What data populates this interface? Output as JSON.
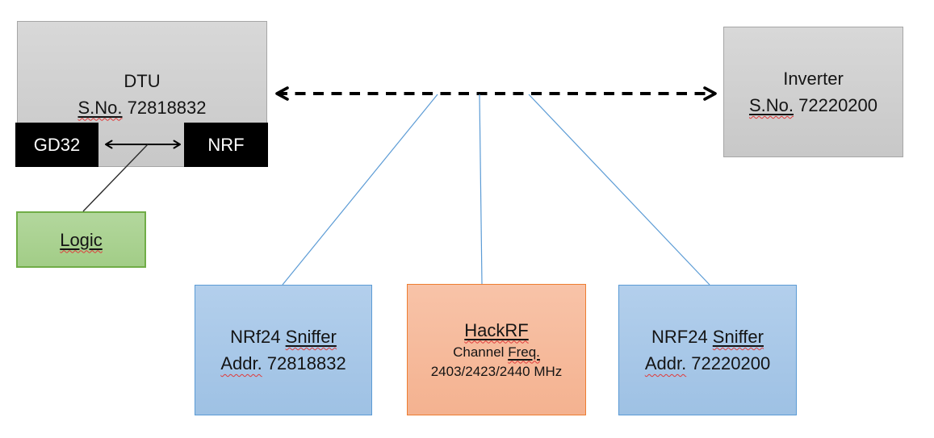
{
  "colors": {
    "gray_fill": "#cfcfcf",
    "gray_border": "#a6a6a6",
    "black_fill": "#000000",
    "green_fill": "#a9d18e",
    "green_border": "#70ad47",
    "blue_fill": "#a8c7e8",
    "blue_border": "#5b9bd5",
    "orange_fill": "#f6b795",
    "orange_border": "#ed7d31",
    "connector_blue": "#5b9bd5",
    "arrow_black": "#000000",
    "spellcheck_red": "#e03a3a"
  },
  "dtu": {
    "title": "DTU",
    "serial_label": "S.No.",
    "serial_value": " 72818832",
    "gd32_label": "GD32",
    "nrf_label": "NRF"
  },
  "inverter": {
    "title": "Inverter",
    "serial_label": "S.No.",
    "serial_value": " 72220200"
  },
  "logic": {
    "label": "Logic"
  },
  "sniffer_left": {
    "name_prefix": "NRf24 ",
    "name_word": "Sniffer",
    "addr_label": "Addr.",
    "addr_value": " 72818832"
  },
  "hackrf": {
    "title": "HackRF",
    "channel_prefix": "Channel ",
    "channel_word": "Freq.",
    "freq_line": "2403/2423/2440 MHz"
  },
  "sniffer_right": {
    "name_prefix": "NRF24 ",
    "name_word": "Sniffer",
    "addr_label": "Addr.",
    "addr_value": " 72220200"
  }
}
